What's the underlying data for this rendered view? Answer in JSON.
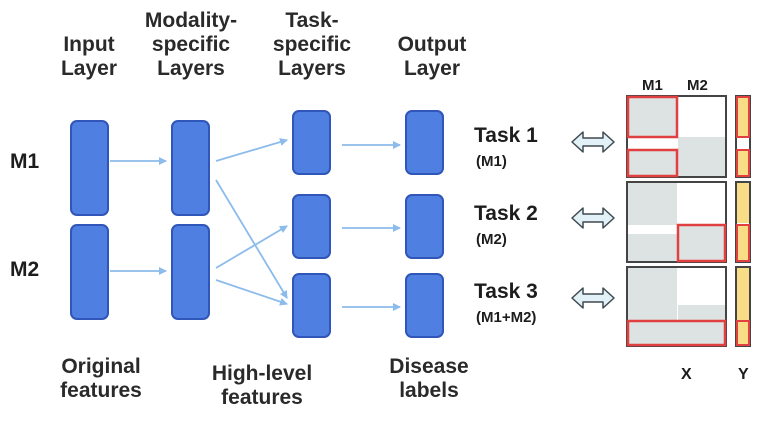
{
  "layers": {
    "input": [
      "Input",
      "Layer"
    ],
    "modality": [
      "Modality-",
      "specific",
      "Layers"
    ],
    "task": [
      "Task-",
      "specific",
      "Layers"
    ],
    "output": [
      "Output",
      "Layer"
    ]
  },
  "modalities": [
    "M1",
    "M2"
  ],
  "bottom_labels": {
    "original": [
      "Original",
      "features"
    ],
    "high_level": [
      "High-level",
      "features"
    ],
    "disease": [
      "Disease",
      "labels"
    ]
  },
  "tasks": [
    {
      "title": "Task 1",
      "sub": "(M1)"
    },
    {
      "title": "Task 2",
      "sub": "(M2)"
    },
    {
      "title": "Task 3",
      "sub": "(M1+M2)"
    }
  ],
  "matrix": {
    "col_m1": "M1",
    "col_m2": "M2",
    "x_label": "X",
    "y_label": "Y"
  },
  "colors": {
    "node_fill": "#4f7fe0",
    "node_stroke": "#2f56b8",
    "arrow": "#8cbcec",
    "highlight": "#e04040",
    "matrix_fill": "#dde2e3",
    "y_fill": "#f8dc86"
  },
  "icons": [
    "double-arrow-icon"
  ]
}
